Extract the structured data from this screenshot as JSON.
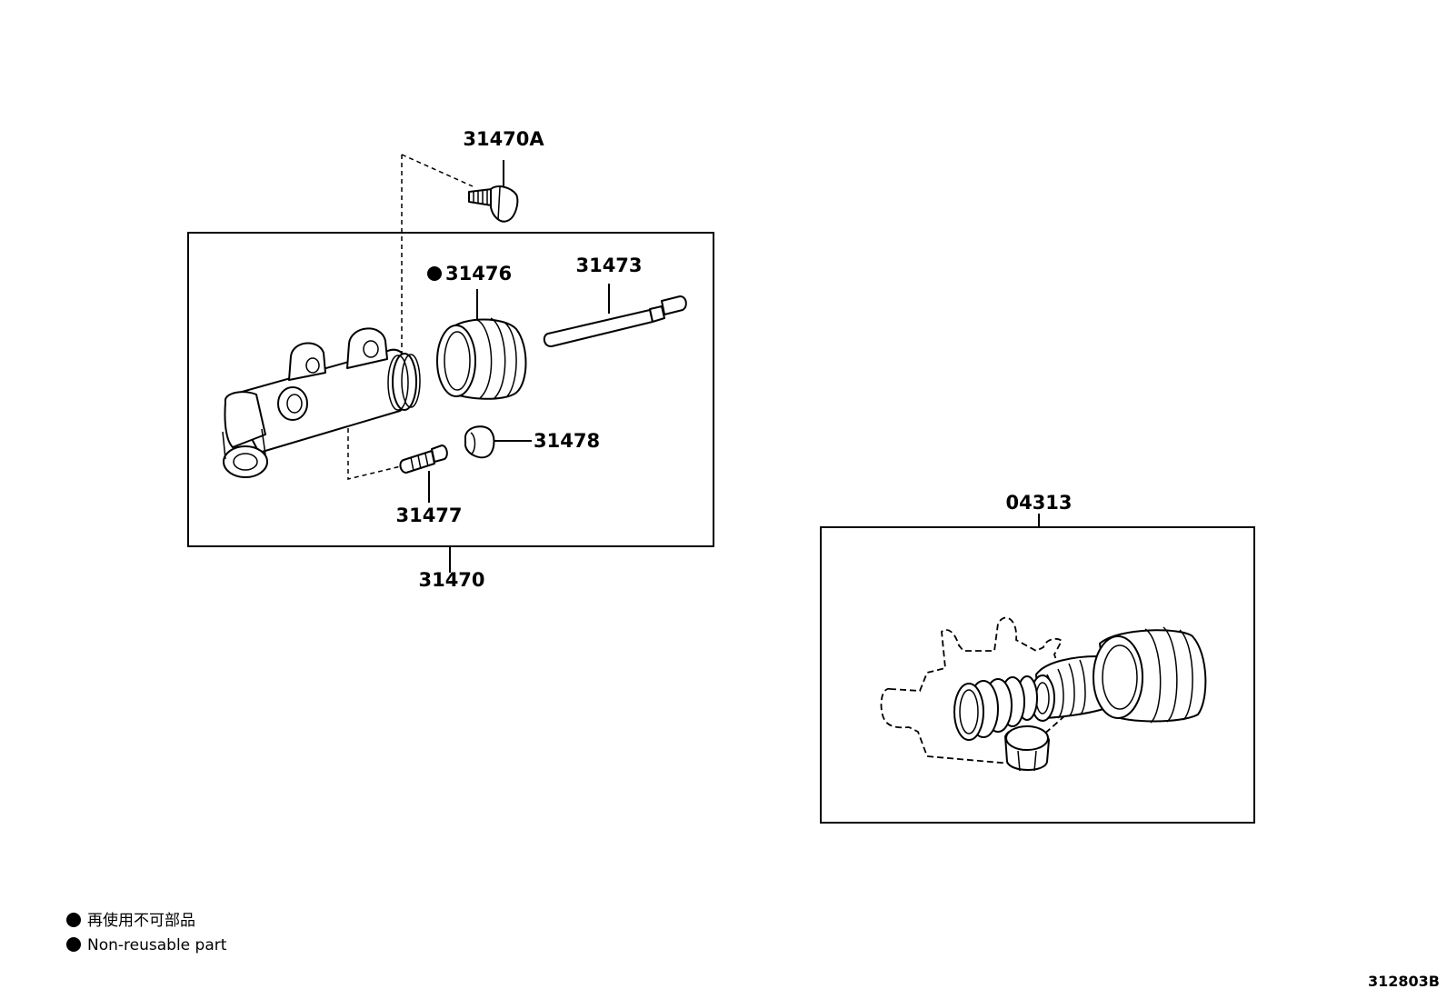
{
  "labels": {
    "bolt": "31470A",
    "boot": "31476",
    "push_rod": "31473",
    "bleeder_cap": "31478",
    "bleeder_plug": "31477",
    "cylinder_assembly": "31470",
    "repair_kit": "04313"
  },
  "legend": {
    "japanese": "再使用不可部品",
    "english": "Non-reusable part"
  },
  "illustration_code": "312803B",
  "icons": {
    "non_reusable_marker": "filled-circle"
  }
}
